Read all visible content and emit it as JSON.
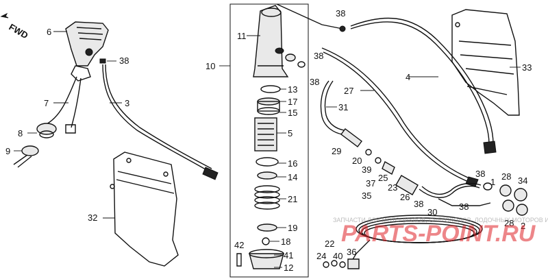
{
  "fwd_label": "FWD",
  "watermark": {
    "line1": "ЗАПЧАСТИ ДЛЯ МОТОЦИКЛОВ, СНЕГОХОДОВ, ЛОДОЧНЫХ МОТОРОВ И МОТОТЕХНИКИ",
    "line2": "PARTS-POINT.RU",
    "color": "#e0242a"
  },
  "callouts": {
    "c1": "1",
    "c2": "2",
    "c3": "3",
    "c4": "4",
    "c5": "5",
    "c6": "6",
    "c7": "7",
    "c8": "8",
    "c9": "9",
    "c10": "10",
    "c11": "11",
    "c12": "12",
    "c13": "13",
    "c14": "14",
    "c15": "15",
    "c16": "16",
    "c17": "17",
    "c18": "18",
    "c19": "19",
    "c20": "20",
    "c21": "21",
    "c22": "22",
    "c23": "23",
    "c24": "24",
    "c25": "25",
    "c26": "26",
    "c27": "27",
    "c28a": "28",
    "c28b": "28",
    "c29": "29",
    "c30": "30",
    "c31": "31",
    "c32": "32",
    "c33": "33",
    "c34": "34",
    "c35": "35",
    "c36": "36",
    "c37": "37",
    "c38a": "38",
    "c38b": "38",
    "c38c": "38",
    "c38d": "38",
    "c38e": "38",
    "c38f": "38",
    "c39": "39",
    "c40": "40",
    "c41": "41",
    "c42": "42"
  }
}
